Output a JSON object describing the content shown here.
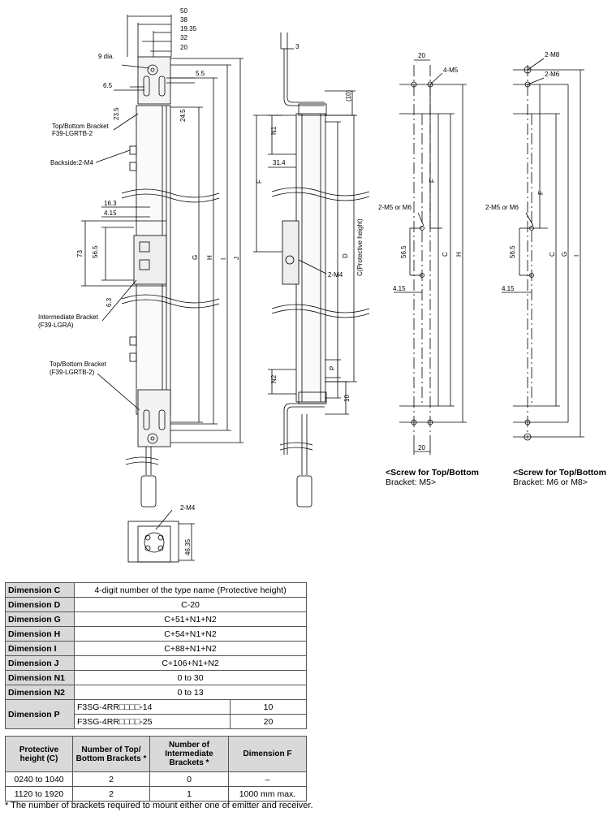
{
  "dims": {
    "d50": "50",
    "d38": "38",
    "d1935": "19.35",
    "d32": "32",
    "d20": "20",
    "hole": "9 dia.",
    "d55": "5.5",
    "d65": "6.5",
    "d235": "23.5",
    "d245": "24.5",
    "d163": "16.3",
    "d415": "4.15",
    "d73": "73",
    "d565": "56.5",
    "d63": "6.3",
    "g": "G",
    "h": "H",
    "i": "I",
    "j": "J",
    "d4635": "46.35",
    "d3": "3",
    "d10": "(10)",
    "n1": "N1",
    "f": "F",
    "d314": "31.4",
    "d": "D",
    "c": "C(Protective height)",
    "p": "P",
    "n2": "N2",
    "d10b": "10",
    "s1_20": "20",
    "s1_20b": "20",
    "s2_56": "56.5",
    "s2_415": "4.15",
    "s3_56": "56.5",
    "s3_415": "4.15",
    "lbl_c": "C",
    "lbl_h": "H",
    "lbl_f": "F",
    "lbl_c2": "C",
    "lbl_g": "G",
    "lbl_i": "I",
    "lbl_f2": "F"
  },
  "callouts": {
    "top_bracket": "Top/Bottom Bracket",
    "top_bracket_model": "F39-LGRTB-2",
    "backside": "Backside:2-M4",
    "intermediate": "Intermediate Bracket",
    "intermediate_model": "(F39-LGRA)",
    "bottom_bracket": "Top/Bottom Bracket",
    "bottom_bracket_model": "(F39-LGRTB-2)",
    "m4_side": "2-M4",
    "m4_bottom": "2-M4",
    "m5": "4-M5",
    "m5m6": "2-M5 or M6",
    "m5m6b": "2-M5 or M6",
    "m8": "2-M8",
    "m6": "2-M6"
  },
  "captions": {
    "screw1_title": "<Screw for Top/Bottom",
    "screw1_sub": "Bracket: M5>",
    "screw2_title": "<Screw for Top/Bottom",
    "screw2_sub": "Bracket: M6 or M8>"
  },
  "table1": {
    "c_label": "Dimension C",
    "c_val": "4-digit number of the type name (Protective height)",
    "d_label": "Dimension D",
    "d_val": "C-20",
    "g_label": "Dimension G",
    "g_val": "C+51+N1+N2",
    "h_label": "Dimension H",
    "h_val": "C+54+N1+N2",
    "i_label": "Dimension I",
    "i_val": "C+88+N1+N2",
    "j_label": "Dimension J",
    "j_val": "C+106+N1+N2",
    "n1_label": "Dimension N1",
    "n1_val": "0 to 30",
    "n2_label": "Dimension N2",
    "n2_val": "0 to 13",
    "p_label": "Dimension P",
    "p_model1": "F3SG-4RR□□□□-14",
    "p_val1": "10",
    "p_model2": "F3SG-4RR□□□□-25",
    "p_val2": "20"
  },
  "table2": {
    "h1": "Protective height (C)",
    "h2": "Number of Top/ Bottom Brackets *",
    "h3": "Number of Intermediate Brackets *",
    "h4": "Dimension F",
    "r1c1": "0240 to 1040",
    "r1c2": "2",
    "r1c3": "0",
    "r1c4": "–",
    "r2c1": "1120 to 1920",
    "r2c2": "2",
    "r2c3": "1",
    "r2c4": "1000 mm max."
  },
  "footnote": "*  The number of brackets required to mount either one of emitter and receiver."
}
